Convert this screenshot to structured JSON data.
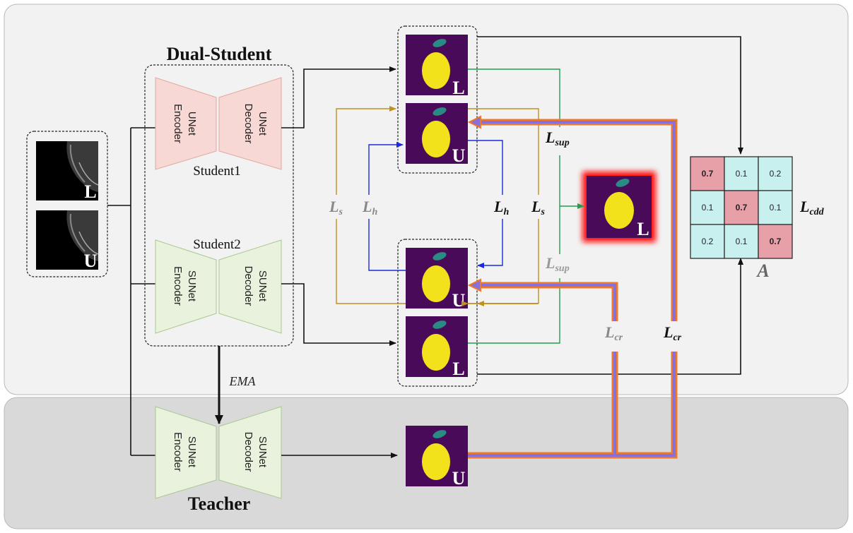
{
  "panels": {
    "student_title": "Dual-Student",
    "teacher_title": "Teacher"
  },
  "input_labels": [
    "L",
    "U"
  ],
  "student1": {
    "name": "Student1",
    "encoder": [
      "UNet",
      "Encoder"
    ],
    "decoder": [
      "UNet",
      "Decoder"
    ]
  },
  "student2": {
    "name": "Student2",
    "encoder": [
      "SUNet",
      "Encoder"
    ],
    "decoder": [
      "SUNet",
      "Decoder"
    ]
  },
  "teacher": {
    "encoder": [
      "SUNet",
      "Encoder"
    ],
    "decoder": [
      "SUNet",
      "Decoder"
    ]
  },
  "ema_label": "EMA",
  "pred_labels": {
    "s1_top": "L",
    "s1_bottom": "U",
    "s2_top": "U",
    "s2_bottom": "L",
    "ground_truth": "L",
    "teacher": "U"
  },
  "losses": {
    "ls_left": {
      "main": "L",
      "sub": "s"
    },
    "lh_left": {
      "main": "L",
      "sub": "h"
    },
    "lh_right": {
      "main": "L",
      "sub": "h"
    },
    "ls_right": {
      "main": "L",
      "sub": "s"
    },
    "lsup_top": {
      "main": "L",
      "sub": "sup"
    },
    "lsup_bottom": {
      "main": "L",
      "sub": "sup"
    },
    "lcr_gray": {
      "main": "L",
      "sub": "cr"
    },
    "lcr_black": {
      "main": "L",
      "sub": "cr"
    },
    "lcdd": {
      "main": "L",
      "sub": "cdd"
    }
  },
  "matrix": {
    "label": "A",
    "cells": [
      [
        "0.7",
        "0.1",
        "0.2"
      ],
      [
        "0.1",
        "0.7",
        "0.1"
      ],
      [
        "0.2",
        "0.1",
        "0.7"
      ]
    ]
  },
  "colors": {
    "student_bg": "#f2f2f2",
    "teacher_bg": "#d9d9d9",
    "unet_fill": "#f8d8d4",
    "sunet_fill": "#e8f2dc",
    "pred_bg": "#4a0a5a",
    "organ": "#f2e21b",
    "lesion": "#2a8a84",
    "matrix_diag": "#e8a0a8",
    "matrix_off": "#c8f0ee",
    "gold": "#c09020",
    "blue": "#1a2adc",
    "green": "#20a050",
    "cr_outer": "#f07828",
    "cr_inner": "#8870d8"
  }
}
